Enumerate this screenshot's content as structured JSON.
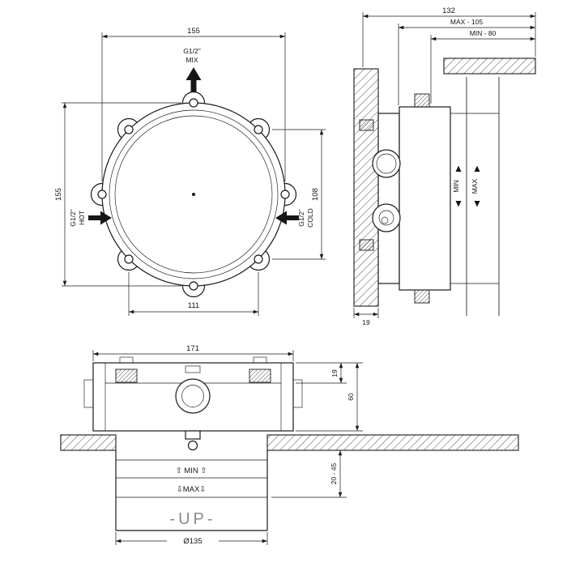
{
  "meta": {
    "background": "#ffffff",
    "line_color": "#1a1a1a",
    "muted_text_color": "#8a8a8a"
  },
  "front_view": {
    "dim_width_top": "155",
    "dim_height_left": "155",
    "dim_height_right": "108",
    "dim_width_bottom": "111",
    "mix_size": "G1/2\"",
    "mix_label": "MIX",
    "hot_size": "G1/2\"",
    "hot_label": "HOT",
    "cold_size": "G1/2\"",
    "cold_label": "COLD"
  },
  "side_view": {
    "dim_total_depth": "132",
    "dim_max_depth": "MAX - 105",
    "dim_min_depth": "MIN - 80",
    "label_min": "MIN",
    "label_max": "MAX",
    "dim_wall_plate": "19"
  },
  "plan_view": {
    "dim_width": "171",
    "dim_flange": "19",
    "dim_body_depth": "60",
    "dim_plaster_range": "20 - 45",
    "label_min": "⇧ MIN ⇧",
    "label_max": "⇩MAX⇩",
    "label_up": "-UP-",
    "dim_hole_diameter": "Ø135"
  }
}
